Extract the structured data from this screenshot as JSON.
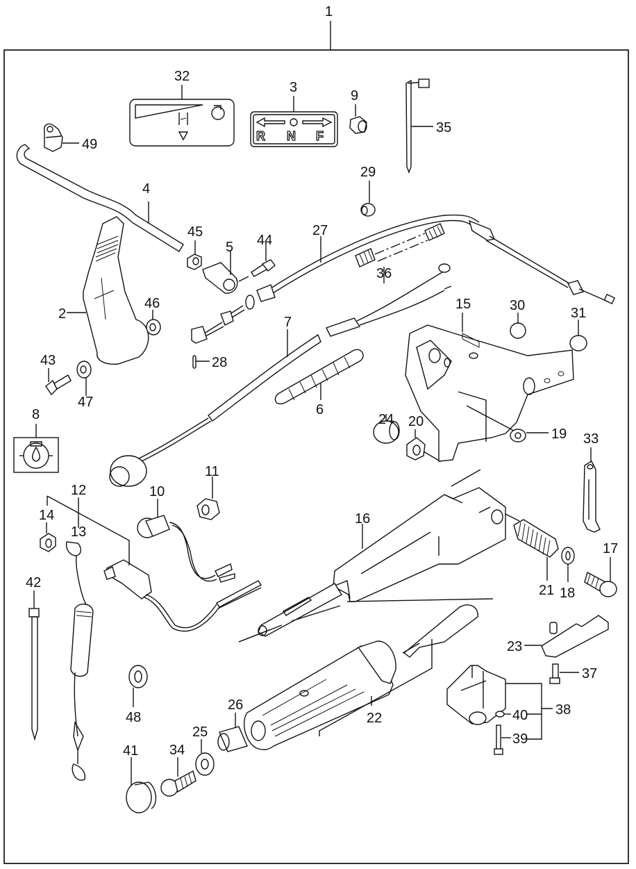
{
  "diagram": {
    "type": "exploded-parts-diagram",
    "assembly_ref": "1",
    "colors": {
      "line": "#111111",
      "background": "#ffffff"
    },
    "decal_3": {
      "letters": [
        "R",
        "N",
        "F"
      ]
    },
    "parts": [
      {
        "ref": "1",
        "name": "assembly"
      },
      {
        "ref": "2",
        "name": "tiller-handle-cover"
      },
      {
        "ref": "3",
        "name": "shift-decal-rnf"
      },
      {
        "ref": "4",
        "name": "shift-rod"
      },
      {
        "ref": "5",
        "name": "rod-joint"
      },
      {
        "ref": "6",
        "name": "spiral-wrap"
      },
      {
        "ref": "7",
        "name": "wire-harness"
      },
      {
        "ref": "8",
        "name": "key-decal"
      },
      {
        "ref": "9",
        "name": "grommet"
      },
      {
        "ref": "10",
        "name": "stop-switch"
      },
      {
        "ref": "11",
        "name": "nut"
      },
      {
        "ref": "12",
        "name": "emergency-stop-switch"
      },
      {
        "ref": "13",
        "name": "lanyard"
      },
      {
        "ref": "14",
        "name": "nut"
      },
      {
        "ref": "15",
        "name": "tiller-bracket"
      },
      {
        "ref": "16",
        "name": "tiller-handle"
      },
      {
        "ref": "17",
        "name": "bolt"
      },
      {
        "ref": "18",
        "name": "washer"
      },
      {
        "ref": "19",
        "name": "washer"
      },
      {
        "ref": "20",
        "name": "bushing"
      },
      {
        "ref": "21",
        "name": "spring"
      },
      {
        "ref": "22",
        "name": "throttle-grip"
      },
      {
        "ref": "23",
        "name": "plate"
      },
      {
        "ref": "24",
        "name": "collar"
      },
      {
        "ref": "25",
        "name": "washer"
      },
      {
        "ref": "26",
        "name": "collar"
      },
      {
        "ref": "27",
        "name": "throttle-cable"
      },
      {
        "ref": "28",
        "name": "pin"
      },
      {
        "ref": "29",
        "name": "grommet"
      },
      {
        "ref": "30",
        "name": "cap"
      },
      {
        "ref": "31",
        "name": "cap"
      },
      {
        "ref": "32",
        "name": "throttle-decal"
      },
      {
        "ref": "33",
        "name": "plate"
      },
      {
        "ref": "34",
        "name": "screw"
      },
      {
        "ref": "35",
        "name": "cable-tie"
      },
      {
        "ref": "36",
        "name": "stud"
      },
      {
        "ref": "37",
        "name": "bolt"
      },
      {
        "ref": "38",
        "name": "friction-adjuster"
      },
      {
        "ref": "39",
        "name": "screw"
      },
      {
        "ref": "40",
        "name": "washer"
      },
      {
        "ref": "41",
        "name": "cap"
      },
      {
        "ref": "42",
        "name": "cable-tie"
      },
      {
        "ref": "43",
        "name": "bolt"
      },
      {
        "ref": "44",
        "name": "bolt"
      },
      {
        "ref": "45",
        "name": "nut"
      },
      {
        "ref": "46",
        "name": "washer"
      },
      {
        "ref": "47",
        "name": "washer"
      },
      {
        "ref": "48",
        "name": "washer"
      },
      {
        "ref": "49",
        "name": "clamp"
      }
    ]
  }
}
